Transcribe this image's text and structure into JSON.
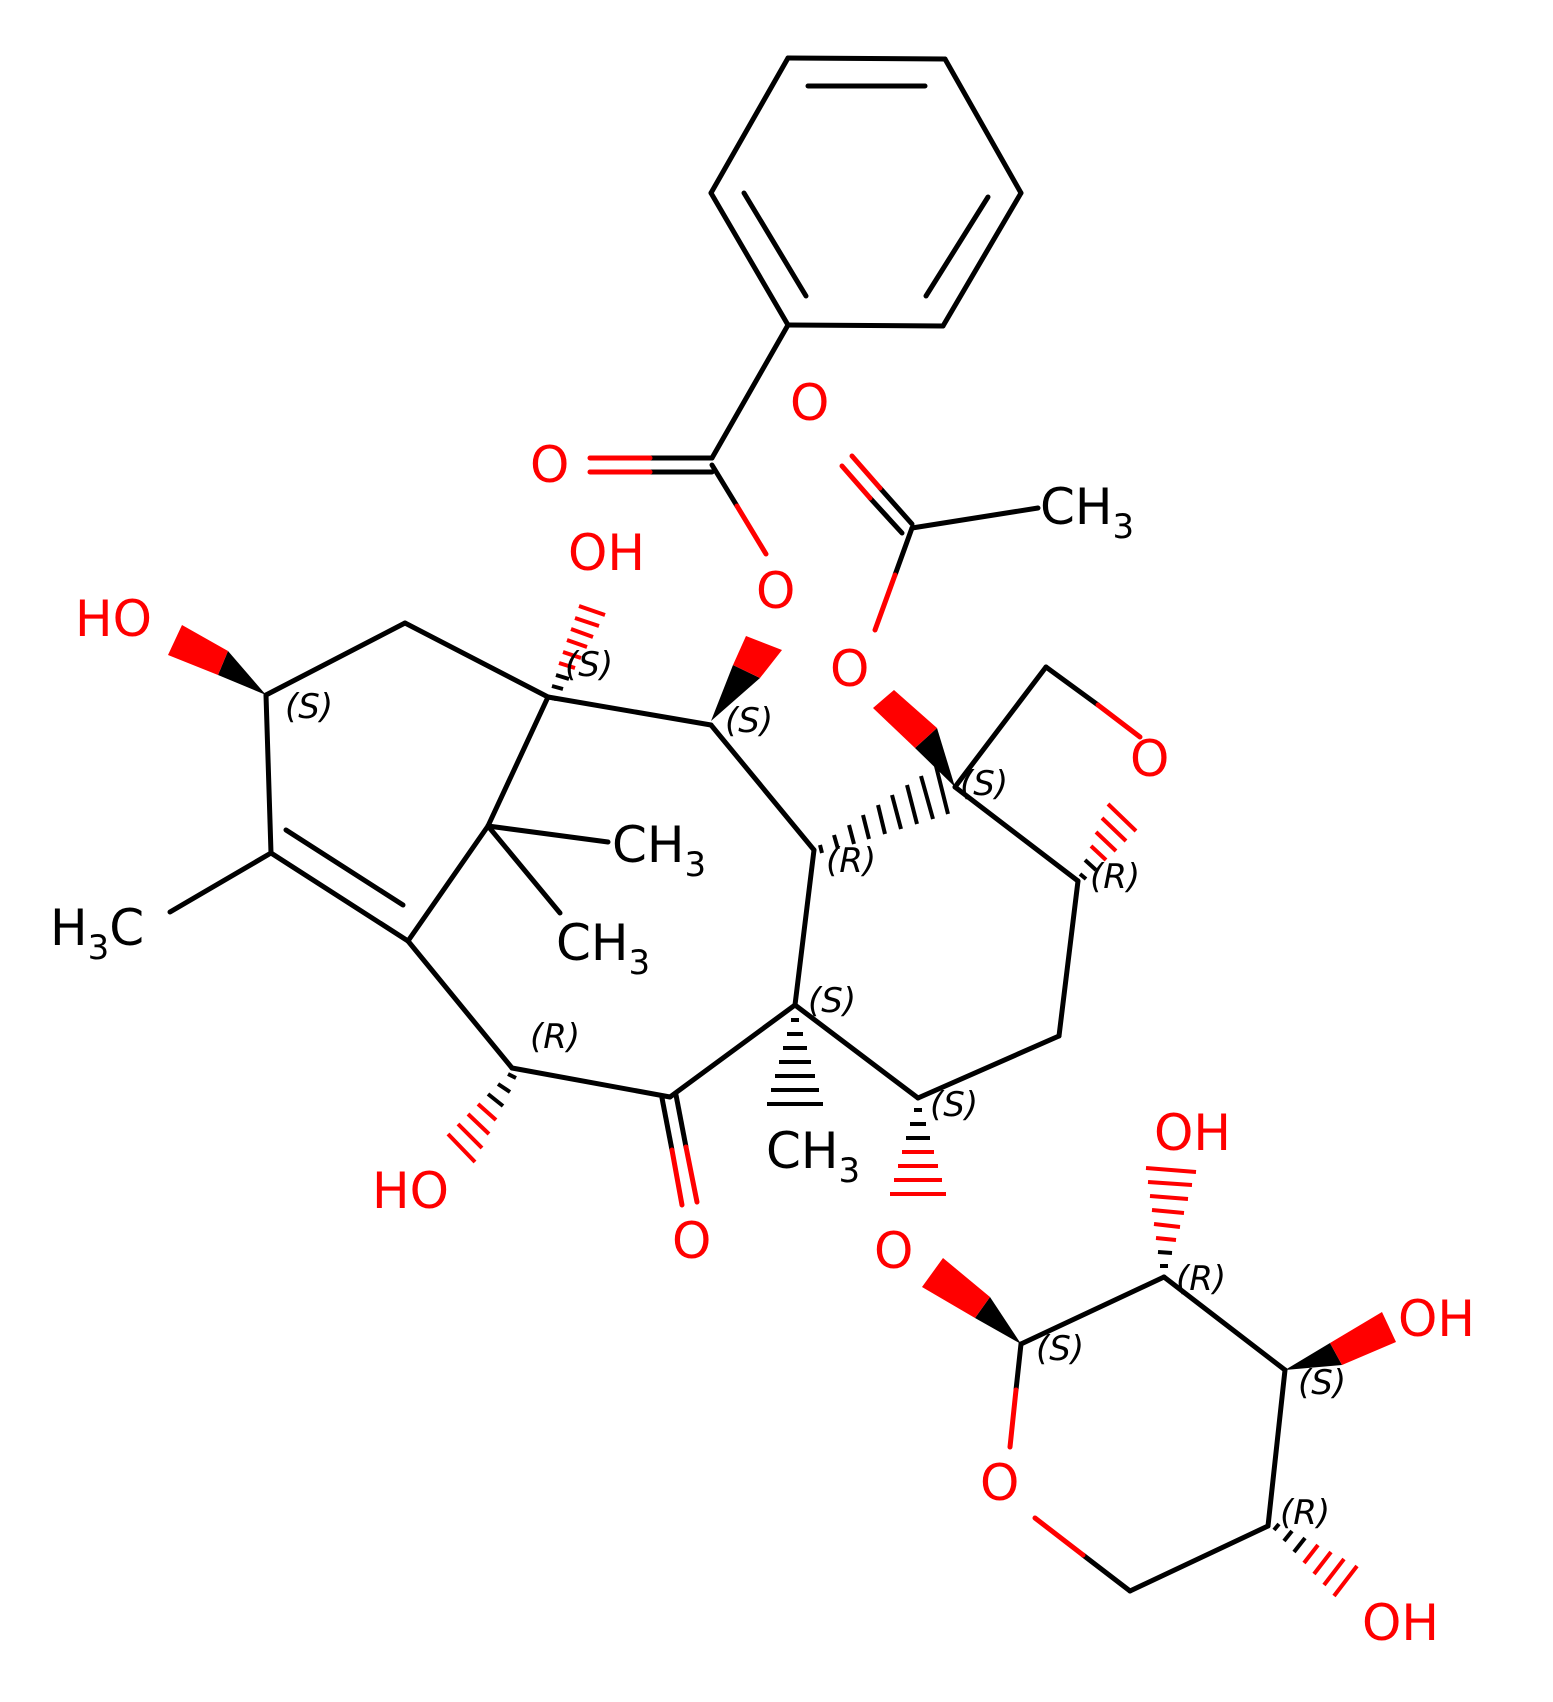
{
  "colors": {
    "bond": "#000000",
    "oxygen": "#ff0000",
    "background": "#ffffff"
  },
  "atoms": {
    "oh_c2": "OH",
    "ho_c7": "HO",
    "ho_c10": "HO",
    "o_ketone": "O",
    "o_ester_carbonyl": "O",
    "o_ester_link": "O",
    "o_acetyl_carbonyl": "O",
    "o_acetyl_link": "O",
    "o_oxetane": "O",
    "o_glycoside": "O",
    "o_sugar_ring": "O",
    "oh_s2": "OH",
    "oh_s3": "OH",
    "oh_s4": "OH"
  },
  "methyls": {
    "acetyl": {
      "main": "CH",
      "sub": "3"
    },
    "gem1": {
      "main": "CH",
      "sub": "3"
    },
    "gem2": {
      "main": "CH",
      "sub": "3"
    },
    "c8": {
      "main": "CH",
      "sub": "3"
    },
    "c18": {
      "pre": "H",
      "sub": "3",
      "main": "C"
    }
  },
  "stereo_labels": {
    "c1": "(S)",
    "c2": "(S)",
    "c7": "(S)",
    "c3": "(R)",
    "c4": "(S)",
    "c5": "(R)",
    "c8": "(S)",
    "c9_alpha": "(R)",
    "c13": "(S)",
    "s1": "(S)",
    "s2": "(R)",
    "s3": "(S)",
    "s4": "(R)"
  }
}
